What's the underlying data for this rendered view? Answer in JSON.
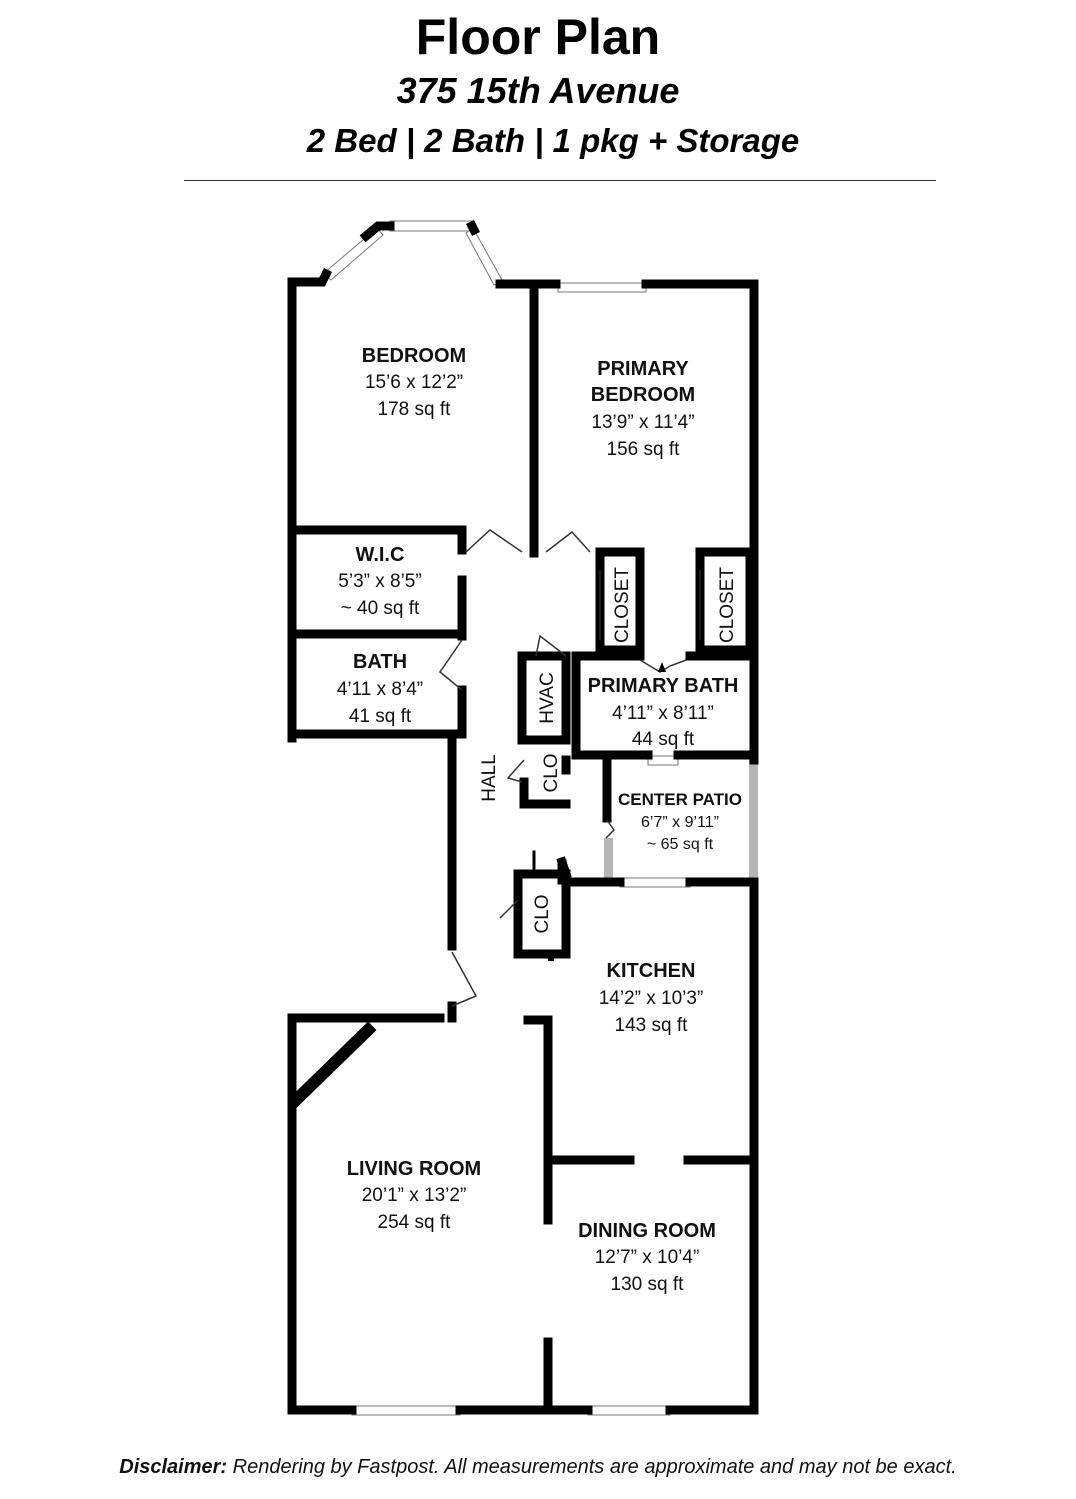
{
  "header": {
    "title": "Floor Plan",
    "address": "375 15th Avenue",
    "summary": "2 Bed | 2 Bath | 1 pkg + Storage"
  },
  "rooms": {
    "bedroom": {
      "name": "BEDROOM",
      "dims": "15’6 x 12’2”",
      "area": "178 sq ft"
    },
    "primary_bedroom": {
      "name_line1": "PRIMARY",
      "name_line2": "BEDROOM",
      "dims": "13’9” x 11’4”",
      "area": "156 sq ft"
    },
    "wic": {
      "name": "W.I.C",
      "dims": "5’3” x 8’5”",
      "area": "~ 40 sq ft"
    },
    "bath": {
      "name": "BATH",
      "dims": "4’11 x 8’4”",
      "area": "41 sq ft"
    },
    "primary_bath": {
      "name": "PRIMARY BATH",
      "dims": "4’11” x 8’11”",
      "area": "44 sq ft"
    },
    "center_patio": {
      "name": "CENTER PATIO",
      "dims": "6’7” x 9’11”",
      "area": "~ 65 sq ft"
    },
    "kitchen": {
      "name": "KITCHEN",
      "dims": "14’2” x 10’3”",
      "area": "143 sq ft"
    },
    "living_room": {
      "name": "LIVING ROOM",
      "dims": "20’1” x 13’2”",
      "area": "254 sq ft"
    },
    "dining_room": {
      "name": "DINING ROOM",
      "dims": "12’7” x 10’4”",
      "area": "130 sq ft"
    }
  },
  "labels": {
    "closet_left": "CLOSET",
    "closet_right": "CLOSET",
    "hvac": "HVAC",
    "hall": "HALL",
    "clo_upper": "CLO",
    "clo_lower": "CLO"
  },
  "disclaimer": {
    "label": "Disclaimer:",
    "text": " Rendering by Fastpost. All measurements are approximate and may not be exact."
  }
}
